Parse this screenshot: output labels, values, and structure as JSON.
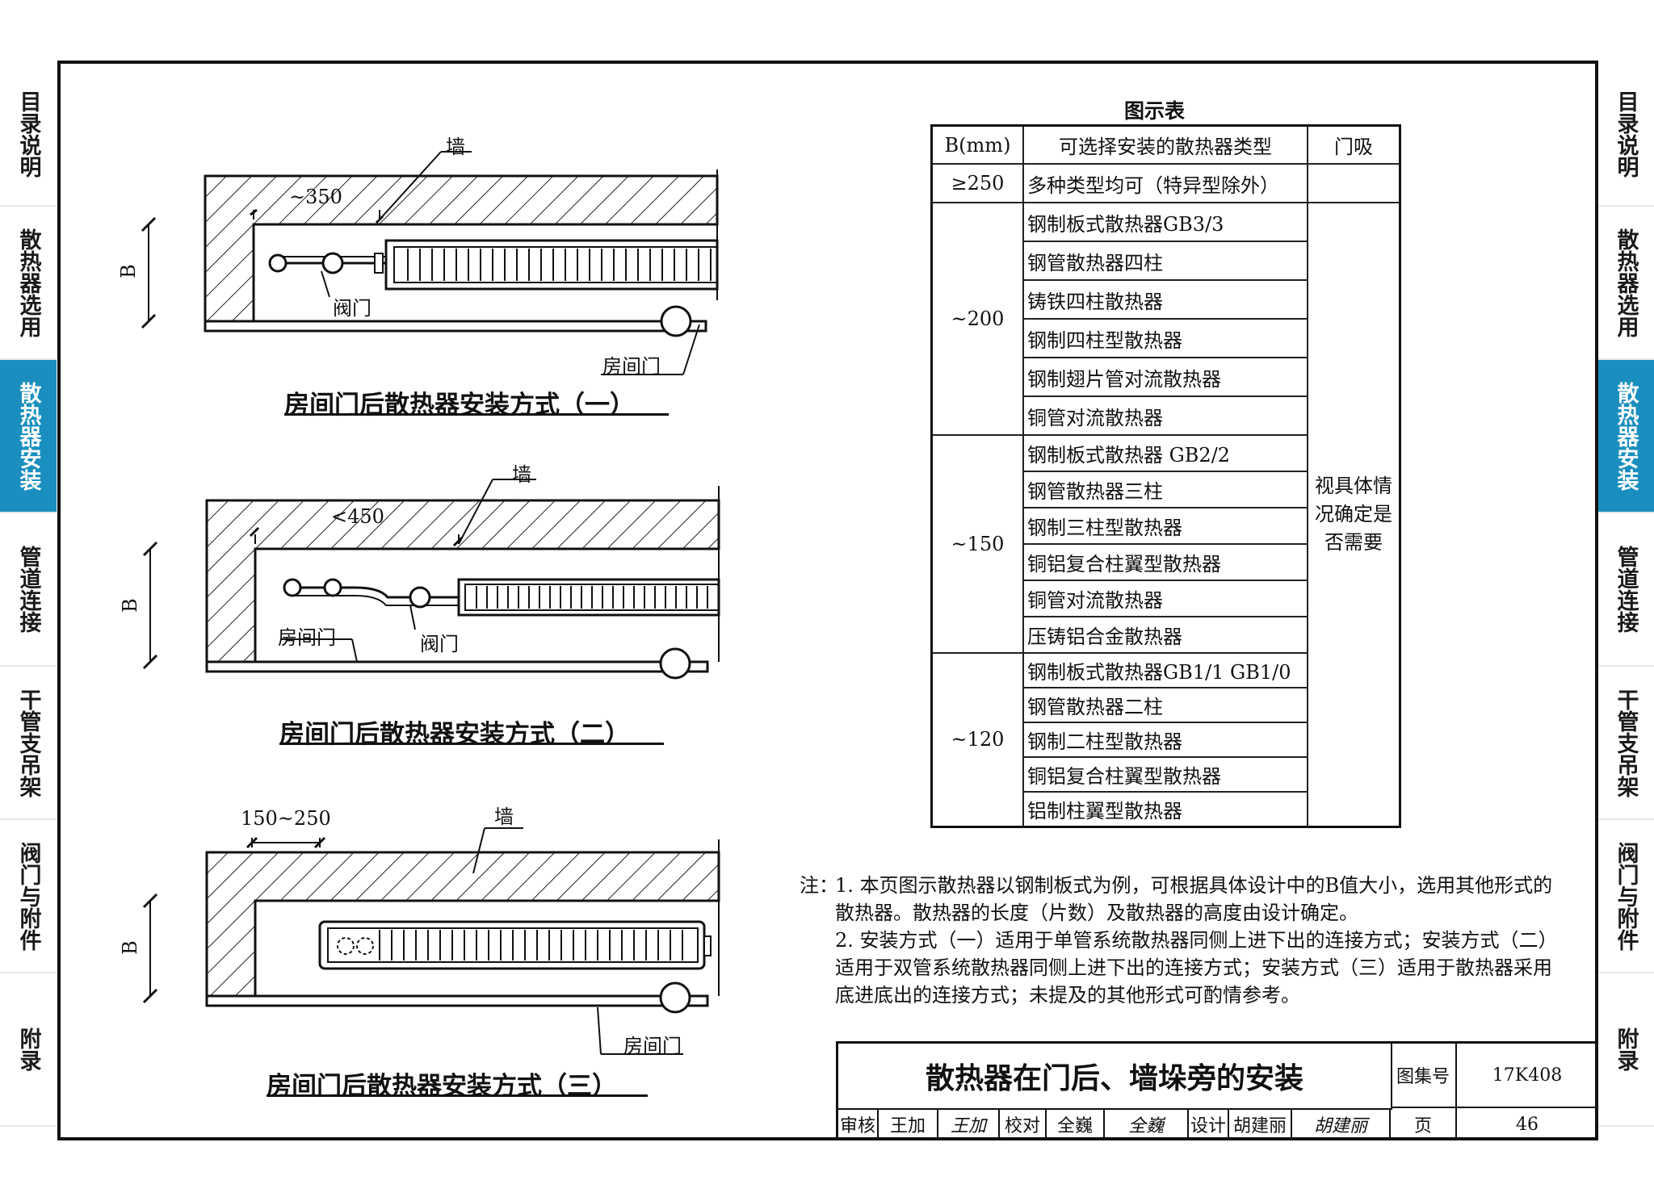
{
  "nav_left": [
    {
      "label": "目录说明",
      "active": false
    },
    {
      "label": "散热器选用",
      "active": false
    },
    {
      "label": "散热器安装",
      "active": true
    },
    {
      "label": "管道连接",
      "active": false
    },
    {
      "label": "干管支吊架",
      "active": false
    },
    {
      "label": "阀门与附件",
      "active": false
    },
    {
      "label": "附录",
      "active": false
    }
  ],
  "nav_right": [
    {
      "label": "目录说明",
      "active": false
    },
    {
      "label": "散热器选用",
      "active": false
    },
    {
      "label": "散热器安装",
      "active": true
    },
    {
      "label": "管道连接",
      "active": false
    },
    {
      "label": "干管支吊架",
      "active": false
    },
    {
      "label": "阀门与附件",
      "active": false
    },
    {
      "label": "附录",
      "active": false
    }
  ],
  "drawings": [
    {
      "caption": "房间门后散热器安装方式（一）",
      "wall_label": "墙",
      "dimension_label": "~350",
      "b_label": "B",
      "valve_label": "阀门",
      "door_label": "房间门"
    },
    {
      "caption": "房间门后散热器安装方式（二）",
      "wall_label": "墙",
      "dimension_label": "<450",
      "b_label": "B",
      "valve_label": "阀门",
      "door_label": "房间门"
    },
    {
      "caption": "房间门后散热器安装方式（三）",
      "wall_label": "墙",
      "dimension_label": "150~250",
      "b_label": "B",
      "door_label": "房间门"
    }
  ],
  "legend_table": {
    "title": "图示表",
    "headers": [
      "B(mm)",
      "可选择安装的散热器类型",
      "门吸"
    ],
    "door_note": "视具体情况确定是否需要",
    "groups": [
      {
        "b": "≥250",
        "types": [
          "多种类型均可（特异型除外）"
        ]
      },
      {
        "b": "~200",
        "types": [
          "钢制板式散热器GB3/3",
          "钢管散热器四柱",
          "铸铁四柱散热器",
          "钢制四柱型散热器",
          "钢制翅片管对流散热器",
          "铜管对流散热器"
        ]
      },
      {
        "b": "~150",
        "types": [
          "钢制板式散热器 GB2/2",
          "钢管散热器三柱",
          "钢制三柱型散热器",
          "铜铝复合柱翼型散热器",
          "铜管对流散热器",
          "压铸铝合金散热器"
        ]
      },
      {
        "b": "~120",
        "types": [
          "钢制板式散热器GB1/1 GB1/0",
          "钢管散热器二柱",
          "钢制二柱型散热器",
          "铜铝复合柱翼型散热器",
          "铝制柱翼型散热器"
        ]
      }
    ]
  },
  "notes": {
    "lead": "注：",
    "items": [
      "1. 本页图示散热器以钢制板式为例，可根据具体设计中的B值大小，选用其他形式的散热器。散热器的长度（片数）及散热器的高度由设计确定。",
      "2. 安装方式（一）适用于单管系统散热器同侧上进下出的连接方式；安装方式（二）适用于双管系统散热器同侧上进下出的连接方式；安装方式（三）适用于散热器采用底进底出的连接方式；未提及的其他形式可酌情参考。"
    ]
  },
  "title_block": {
    "title": "散热器在门后、墙垛旁的安装",
    "atlas_label": "图集号",
    "atlas_no": "17K408",
    "review_label": "审核",
    "reviewer": "王加",
    "reviewer_sig": "王加",
    "check_label": "校对",
    "checker": "全巍",
    "checker_sig": "全巍",
    "design_label": "设计",
    "designer": "胡建丽",
    "designer_sig": "胡建丽",
    "page_label": "页",
    "page_no": "46"
  }
}
